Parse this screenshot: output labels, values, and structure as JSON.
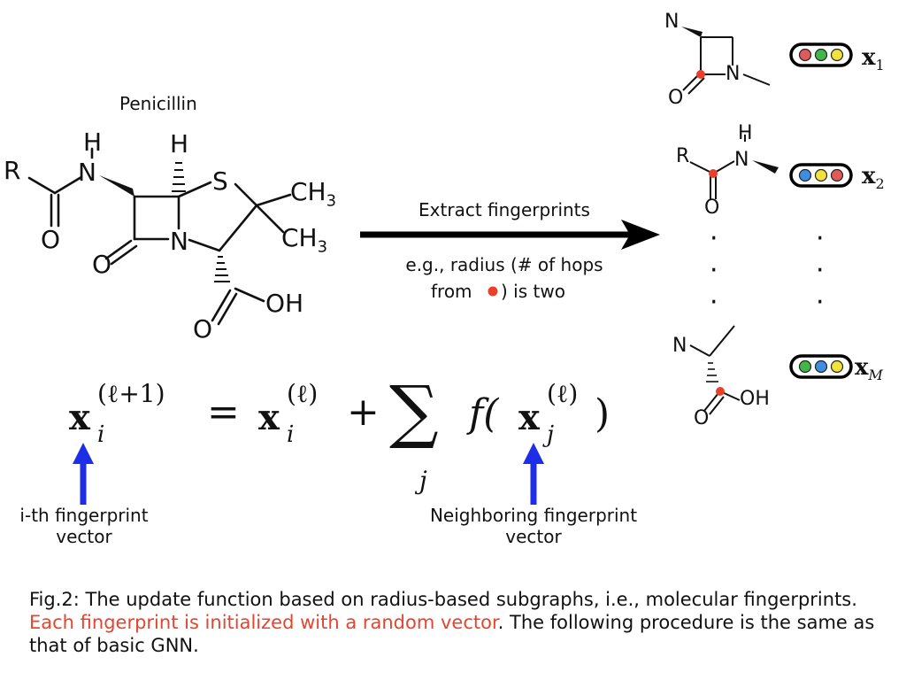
{
  "molecule": {
    "title": "Penicillin",
    "atoms": {
      "R": "R",
      "N": "N",
      "H": "H",
      "O": "O",
      "S": "S",
      "CH": "CH",
      "three": "3",
      "OH": "OH"
    }
  },
  "arrow": {
    "label": "Extract fingerprints",
    "note_line1": "e.g., radius (# of hops",
    "note_line2_prefix": "from",
    "note_line2_suffix": ") is two"
  },
  "fingerprints": [
    {
      "symbol": "x",
      "subscript": "1",
      "dots": [
        "#e05a5a",
        "#43b649",
        "#f2e23a"
      ]
    },
    {
      "symbol": "x",
      "subscript": "2",
      "dots": [
        "#3f8de0",
        "#f2e23a",
        "#e05a5a"
      ]
    },
    {
      "symbol": "x",
      "subscript": "M",
      "dots": [
        "#43b649",
        "#3f8de0",
        "#f2e23a"
      ]
    }
  ],
  "ellipsis": "·",
  "equation": {
    "lhs_base": "x",
    "lhs_sub": "i",
    "lhs_sup": "(ℓ+1)",
    "equals": "=",
    "rhs_base": "x",
    "rhs_sub": "i",
    "rhs_sup": "(ℓ)",
    "plus": "+",
    "sum": "∑",
    "sum_sub": "j",
    "func": "f(",
    "arg_base": "x",
    "arg_sub": "j",
    "arg_sup": "(ℓ)",
    "close": ")"
  },
  "annotations": {
    "left_line1": "i-th fingerprint",
    "left_line2": "vector",
    "right_line1": "Neighboring fingerprint",
    "right_line2": "vector"
  },
  "caption": {
    "part1": "Fig.2: The update function based on radius-based subgraphs, i.e., molecular fingerprints. ",
    "highlight": "Each fingerprint is initialized with a random vector",
    "part2": ". The following procedure is the same as that of basic GNN."
  },
  "colors": {
    "highlight": "#e5452f",
    "arrow_blue": "#1e2ee6",
    "red_dot": "#e8402b"
  }
}
